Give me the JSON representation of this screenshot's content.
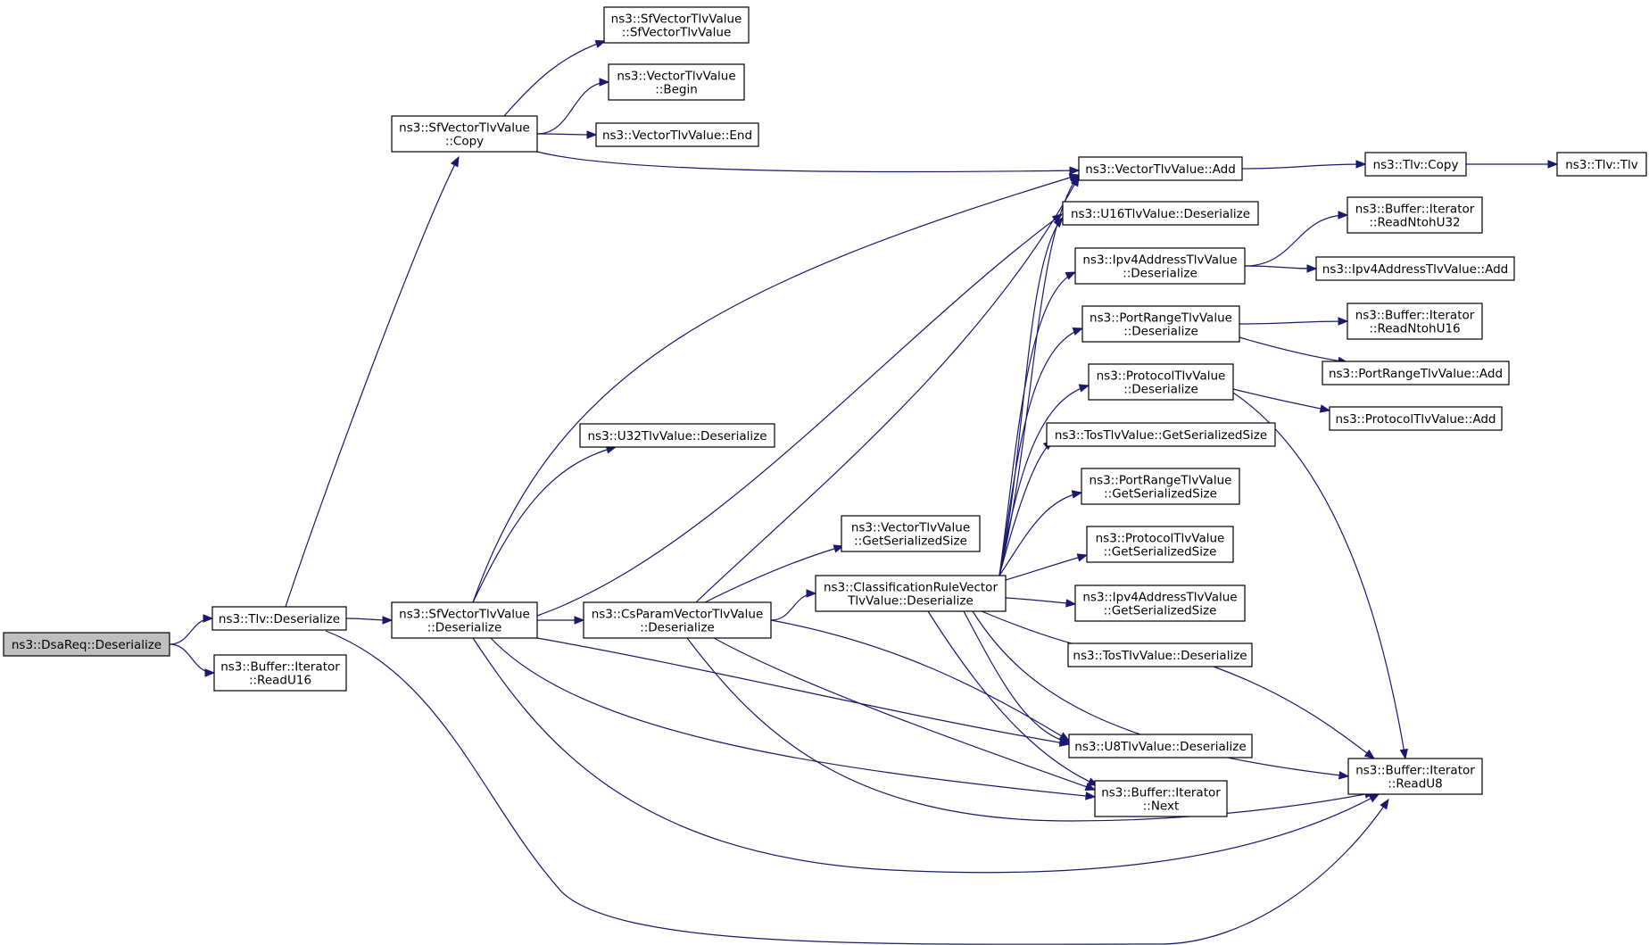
{
  "diagram": {
    "nodes": [
      {
        "id": "dsareq_deserialize",
        "lines": [
          "ns3::DsaReq::Deserialize"
        ],
        "root": true
      },
      {
        "id": "tlv_deserialize",
        "lines": [
          "ns3::Tlv::Deserialize"
        ]
      },
      {
        "id": "iter_readu16",
        "lines": [
          "ns3::Buffer::Iterator",
          "::ReadU16"
        ]
      },
      {
        "id": "sfvector_copy",
        "lines": [
          "ns3::SfVectorTlvValue",
          "::Copy"
        ]
      },
      {
        "id": "sfvector_deserialize",
        "lines": [
          "ns3::SfVectorTlvValue",
          "::Deserialize"
        ]
      },
      {
        "id": "sfvector_ctor",
        "lines": [
          "ns3::SfVectorTlvValue",
          "::SfVectorTlvValue"
        ]
      },
      {
        "id": "vector_begin",
        "lines": [
          "ns3::VectorTlvValue",
          "::Begin"
        ]
      },
      {
        "id": "vector_end",
        "lines": [
          "ns3::VectorTlvValue::End"
        ]
      },
      {
        "id": "u32_deserialize",
        "lines": [
          "ns3::U32TlvValue::Deserialize"
        ]
      },
      {
        "id": "csparam_deserialize",
        "lines": [
          "ns3::CsParamVectorTlvValue",
          "::Deserialize"
        ]
      },
      {
        "id": "vector_getsize",
        "lines": [
          "ns3::VectorTlvValue",
          "::GetSerializedSize"
        ]
      },
      {
        "id": "classrule_deserialize",
        "lines": [
          "ns3::ClassificationRuleVector",
          "TlvValue::Deserialize"
        ]
      },
      {
        "id": "vector_add",
        "lines": [
          "ns3::VectorTlvValue::Add"
        ]
      },
      {
        "id": "u16_deserialize",
        "lines": [
          "ns3::U16TlvValue::Deserialize"
        ]
      },
      {
        "id": "ipv4_deserialize",
        "lines": [
          "ns3::Ipv4AddressTlvValue",
          "::Deserialize"
        ]
      },
      {
        "id": "portrange_deserialize",
        "lines": [
          "ns3::PortRangeTlvValue",
          "::Deserialize"
        ]
      },
      {
        "id": "protocol_deserialize",
        "lines": [
          "ns3::ProtocolTlvValue",
          "::Deserialize"
        ]
      },
      {
        "id": "tos_getsize",
        "lines": [
          "ns3::TosTlvValue::GetSerializedSize"
        ]
      },
      {
        "id": "portrange_getsize",
        "lines": [
          "ns3::PortRangeTlvValue",
          "::GetSerializedSize"
        ]
      },
      {
        "id": "protocol_getsize",
        "lines": [
          "ns3::ProtocolTlvValue",
          "::GetSerializedSize"
        ]
      },
      {
        "id": "ipv4_getsize",
        "lines": [
          "ns3::Ipv4AddressTlvValue",
          "::GetSerializedSize"
        ]
      },
      {
        "id": "tos_deserialize",
        "lines": [
          "ns3::TosTlvValue::Deserialize"
        ]
      },
      {
        "id": "u8_deserialize",
        "lines": [
          "ns3::U8TlvValue::Deserialize"
        ]
      },
      {
        "id": "iter_next",
        "lines": [
          "ns3::Buffer::Iterator",
          "::Next"
        ]
      },
      {
        "id": "tlv_copy",
        "lines": [
          "ns3::Tlv::Copy"
        ]
      },
      {
        "id": "tlv_ctor",
        "lines": [
          "ns3::Tlv::Tlv"
        ]
      },
      {
        "id": "iter_readntohu32",
        "lines": [
          "ns3::Buffer::Iterator",
          "::ReadNtohU32"
        ]
      },
      {
        "id": "ipv4_add",
        "lines": [
          "ns3::Ipv4AddressTlvValue::Add"
        ]
      },
      {
        "id": "iter_readntohu16",
        "lines": [
          "ns3::Buffer::Iterator",
          "::ReadNtohU16"
        ]
      },
      {
        "id": "portrange_add",
        "lines": [
          "ns3::PortRangeTlvValue::Add"
        ]
      },
      {
        "id": "protocol_add",
        "lines": [
          "ns3::ProtocolTlvValue::Add"
        ]
      },
      {
        "id": "iter_readu8",
        "lines": [
          "ns3::Buffer::Iterator",
          "::ReadU8"
        ]
      }
    ],
    "edges": [
      [
        "dsareq_deserialize",
        "tlv_deserialize"
      ],
      [
        "dsareq_deserialize",
        "iter_readu16"
      ],
      [
        "tlv_deserialize",
        "sfvector_copy"
      ],
      [
        "tlv_deserialize",
        "sfvector_deserialize"
      ],
      [
        "tlv_deserialize",
        "iter_readu8"
      ],
      [
        "sfvector_copy",
        "sfvector_ctor"
      ],
      [
        "sfvector_copy",
        "vector_begin"
      ],
      [
        "sfvector_copy",
        "vector_end"
      ],
      [
        "sfvector_copy",
        "vector_add"
      ],
      [
        "vector_add",
        "tlv_copy"
      ],
      [
        "tlv_copy",
        "tlv_ctor"
      ],
      [
        "sfvector_deserialize",
        "vector_add"
      ],
      [
        "sfvector_deserialize",
        "u32_deserialize"
      ],
      [
        "sfvector_deserialize",
        "csparam_deserialize"
      ],
      [
        "sfvector_deserialize",
        "u8_deserialize"
      ],
      [
        "sfvector_deserialize",
        "iter_next"
      ],
      [
        "sfvector_deserialize",
        "iter_readu8"
      ],
      [
        "sfvector_deserialize",
        "u16_deserialize"
      ],
      [
        "csparam_deserialize",
        "vector_add"
      ],
      [
        "csparam_deserialize",
        "vector_getsize"
      ],
      [
        "csparam_deserialize",
        "classrule_deserialize"
      ],
      [
        "csparam_deserialize",
        "u8_deserialize"
      ],
      [
        "csparam_deserialize",
        "iter_next"
      ],
      [
        "csparam_deserialize",
        "iter_readu8"
      ],
      [
        "classrule_deserialize",
        "vector_add"
      ],
      [
        "classrule_deserialize",
        "u16_deserialize"
      ],
      [
        "classrule_deserialize",
        "ipv4_deserialize"
      ],
      [
        "classrule_deserialize",
        "portrange_deserialize"
      ],
      [
        "classrule_deserialize",
        "protocol_deserialize"
      ],
      [
        "classrule_deserialize",
        "tos_getsize"
      ],
      [
        "classrule_deserialize",
        "portrange_getsize"
      ],
      [
        "classrule_deserialize",
        "protocol_getsize"
      ],
      [
        "classrule_deserialize",
        "ipv4_getsize"
      ],
      [
        "classrule_deserialize",
        "tos_deserialize"
      ],
      [
        "classrule_deserialize",
        "u8_deserialize"
      ],
      [
        "classrule_deserialize",
        "iter_next"
      ],
      [
        "classrule_deserialize",
        "iter_readu8"
      ],
      [
        "ipv4_deserialize",
        "iter_readntohu32"
      ],
      [
        "ipv4_deserialize",
        "ipv4_add"
      ],
      [
        "portrange_deserialize",
        "iter_readntohu16"
      ],
      [
        "portrange_deserialize",
        "portrange_add"
      ],
      [
        "protocol_deserialize",
        "protocol_add"
      ],
      [
        "protocol_deserialize",
        "iter_readu8"
      ],
      [
        "tos_deserialize",
        "iter_readu8"
      ]
    ]
  },
  "colors": {
    "edge": "#191970",
    "root_fill": "#bfbfbf",
    "node_fill": "#ffffff",
    "node_border": "#000000"
  }
}
